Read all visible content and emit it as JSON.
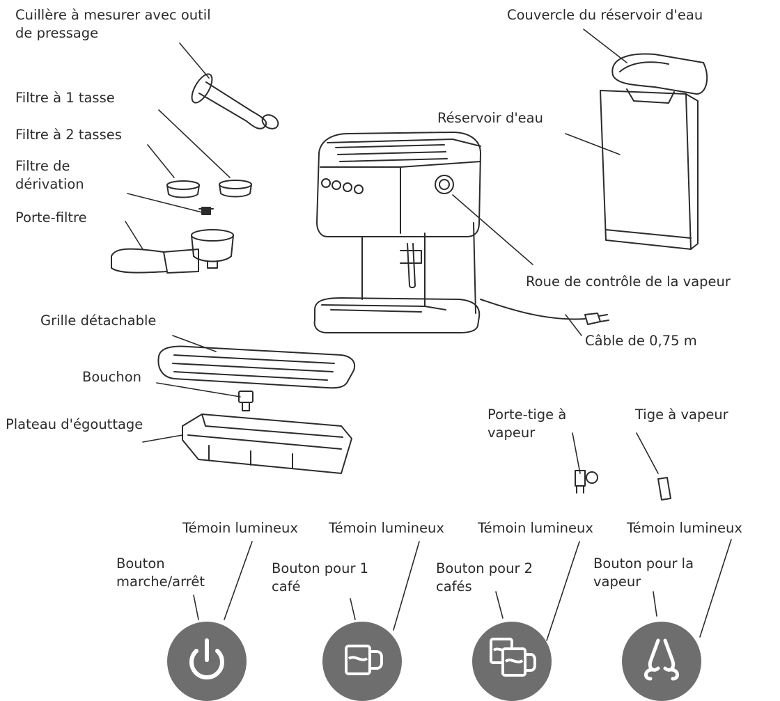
{
  "labels": {
    "measuring_spoon": "Cuillère à mesurer avec outil\nde pressage",
    "tank_lid": "Couvercle du réservoir d'eau",
    "filter_1": "Filtre à 1 tasse",
    "filter_2": "Filtre à 2 tasses",
    "bypass_filter": "Filtre de\ndérivation",
    "portafilter": "Porte-filtre",
    "water_tank": "Réservoir d'eau",
    "steam_wheel": "Roue de contrôle de la vapeur",
    "cable": "Câble de 0,75 m",
    "drip_grid": "Grille détachable",
    "plug": "Bouchon",
    "drip_tray": "Plateau d'égouttage",
    "steam_holder": "Porte-tige à\nvapeur",
    "steam_wand": "Tige à vapeur",
    "indicator_1": "Témoin lumineux",
    "indicator_2": "Témoin lumineux",
    "indicator_3": "Témoin lumineux",
    "indicator_4": "Témoin lumineux",
    "btn_power": "Bouton\nmarche/arrêt",
    "btn_one_coffee": "Bouton pour 1\ncafé",
    "btn_two_coffee": "Bouton pour 2\ncafés",
    "btn_steam": "Bouton pour la\nvapeur"
  },
  "colors": {
    "line": "#2b2b2b",
    "button": "#6e6e6e",
    "icon": "#ffffff"
  },
  "icons": [
    "power-icon",
    "single-cup-icon",
    "double-cup-icon",
    "steam-icon"
  ]
}
